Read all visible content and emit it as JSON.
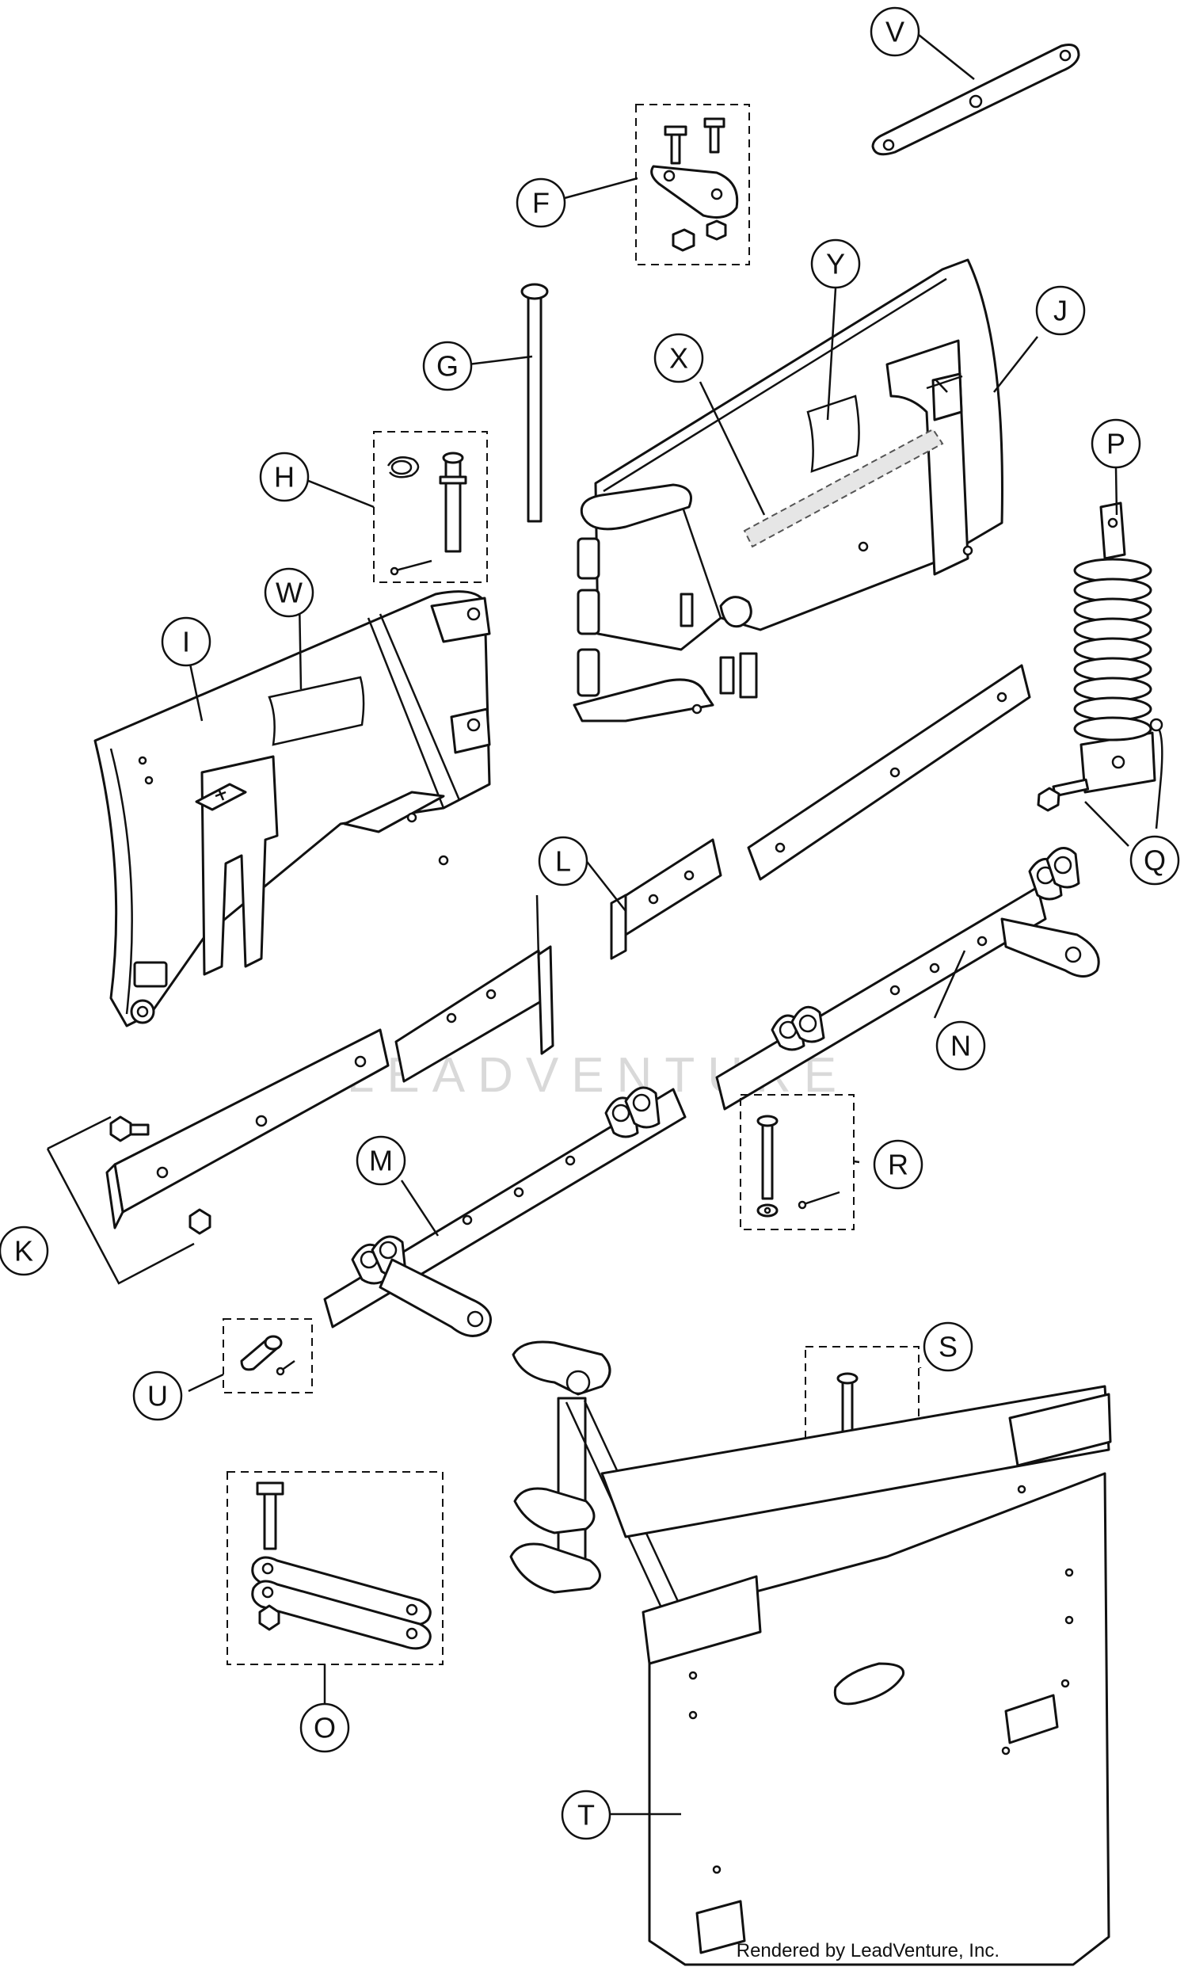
{
  "diagram": {
    "watermark": "LEADVENTURE",
    "credit": "Rendered by LeadVenture, Inc.",
    "callouts": {
      "F": "F",
      "G": "G",
      "H": "H",
      "I": "I",
      "J": "J",
      "K": "K",
      "L": "L",
      "M": "M",
      "N": "N",
      "O": "O",
      "P": "P",
      "Q": "Q",
      "R": "R",
      "S": "S",
      "T": "T",
      "U": "U",
      "V": "V",
      "W": "W",
      "X": "X",
      "Y": "Y"
    }
  }
}
